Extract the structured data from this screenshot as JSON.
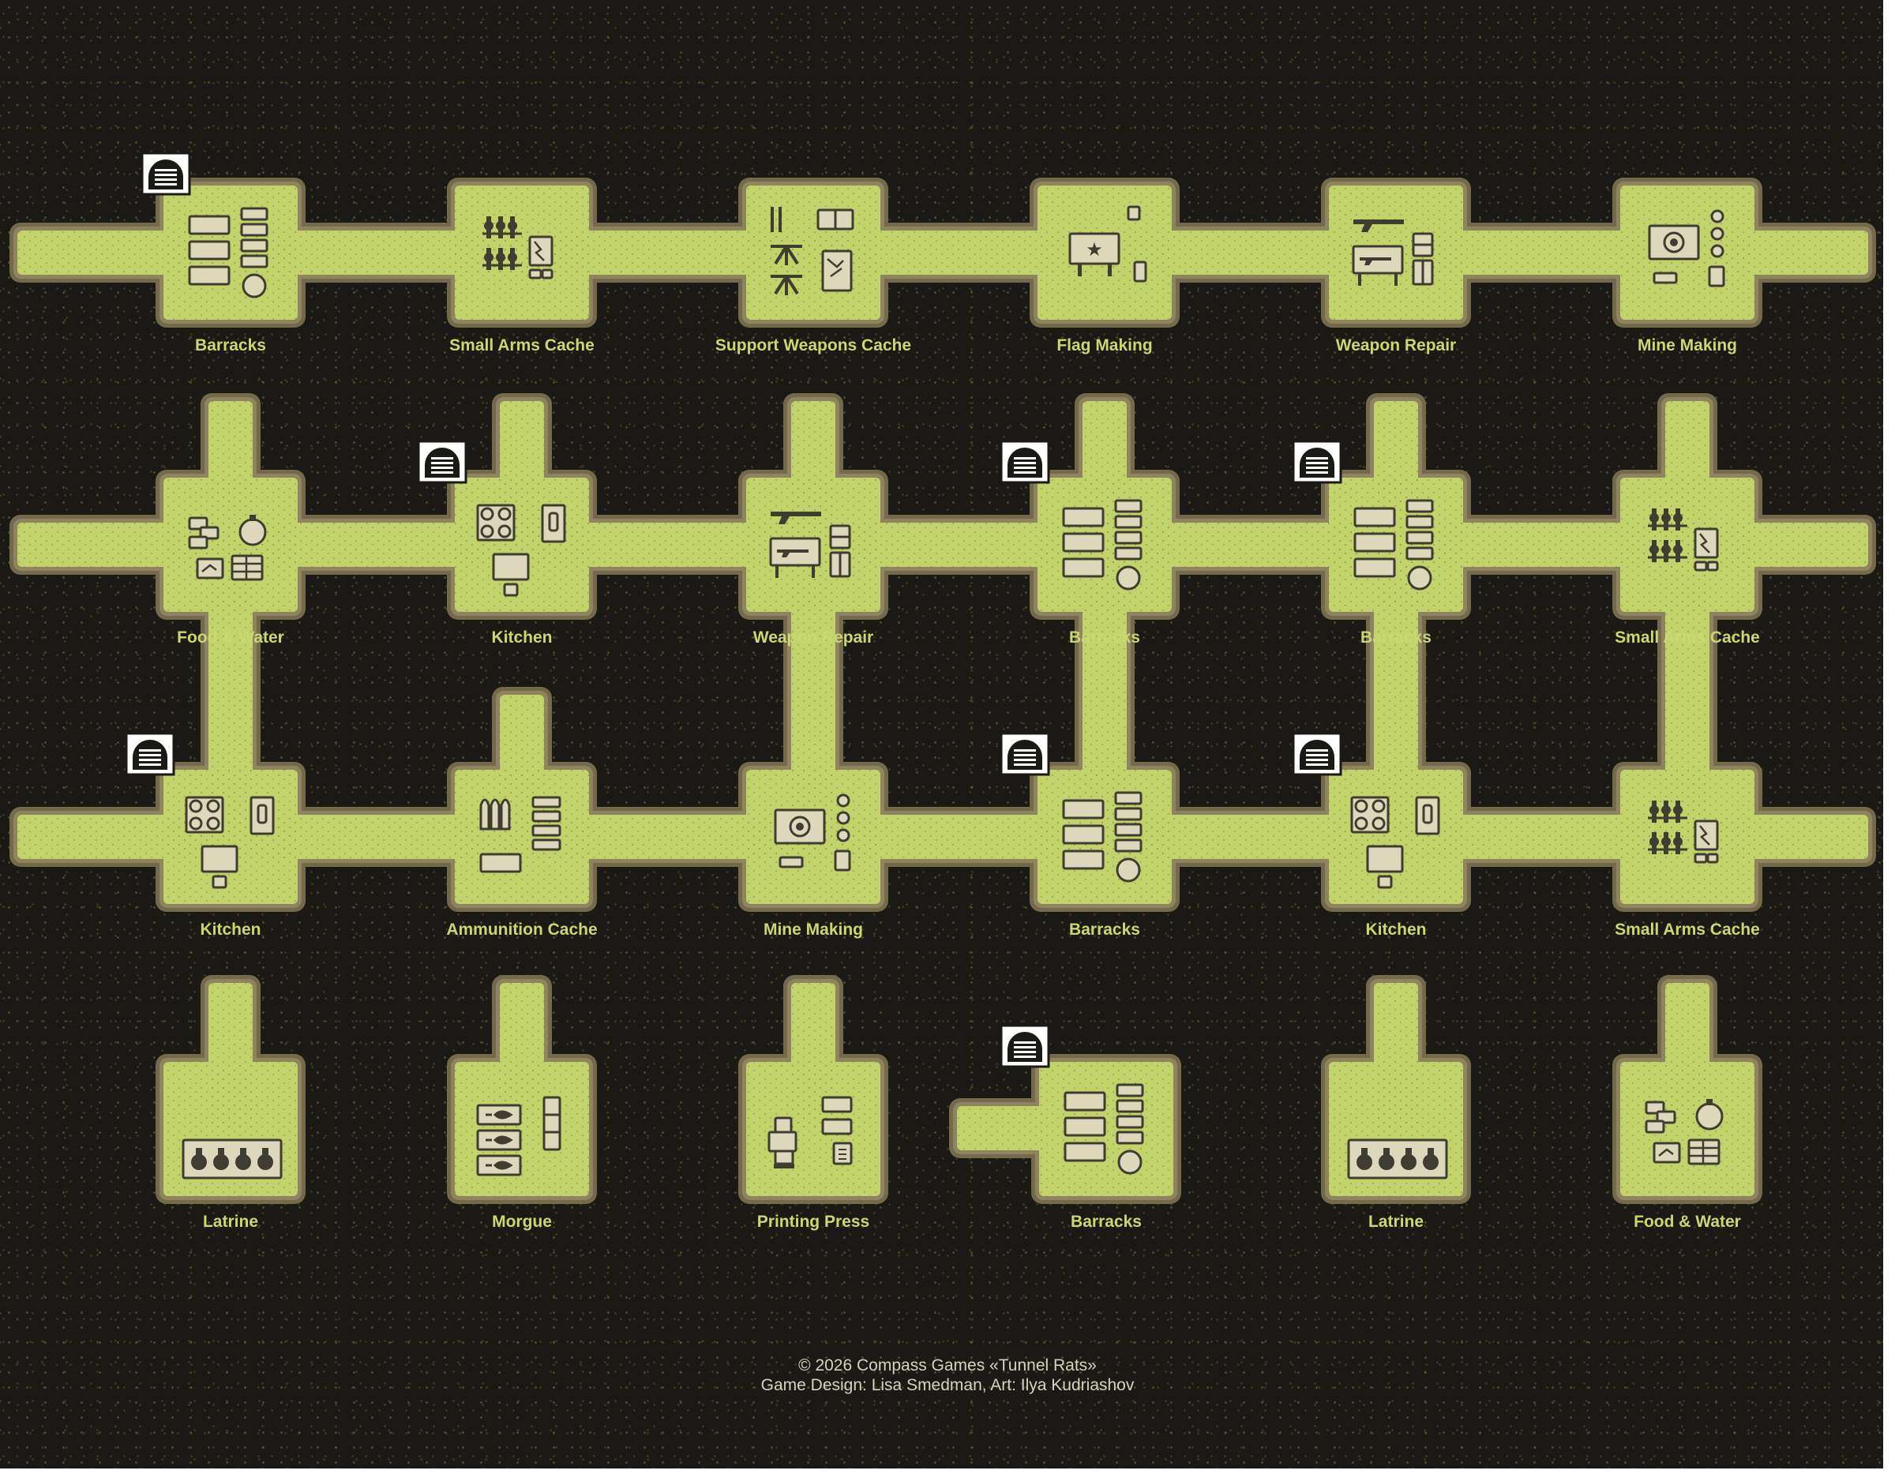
{
  "credits": {
    "line1": "© 2026  Compass  Games  «Tunnel Rats»",
    "line2": "Game Design: Lisa Smedman, Art: Ilya Kudriashov"
  },
  "colors": {
    "background": "#1b1915",
    "tunnel_fill": "#c2d36b",
    "tunnel_border": "#8f8460",
    "label": "#c9d870",
    "icon": "#3f3d30",
    "furniture": "#ddd8bc"
  },
  "rooms": [
    {
      "label": "Barracks",
      "type": "barracks"
    },
    {
      "label": "Small Arms Cache",
      "type": "small-arms"
    },
    {
      "label": "Support Weapons Cache",
      "type": "support-weapons"
    },
    {
      "label": "Flag Making",
      "type": "flag-making"
    },
    {
      "label": "Weapon Repair",
      "type": "weapon-repair"
    },
    {
      "label": "Mine Making",
      "type": "mine-making"
    },
    {
      "label": "Food & Water",
      "type": "food-water"
    },
    {
      "label": "Kitchen",
      "type": "kitchen"
    },
    {
      "label": "Weapon Repair",
      "type": "weapon-repair"
    },
    {
      "label": "Barracks",
      "type": "barracks"
    },
    {
      "label": "Barracks",
      "type": "barracks"
    },
    {
      "label": "Small Arms Cache",
      "type": "small-arms"
    },
    {
      "label": "Kitchen",
      "type": "kitchen"
    },
    {
      "label": "Ammunition Cache",
      "type": "ammunition"
    },
    {
      "label": "Mine Making",
      "type": "mine-making"
    },
    {
      "label": "Barracks",
      "type": "barracks"
    },
    {
      "label": "Kitchen",
      "type": "kitchen"
    },
    {
      "label": "Small Arms Cache",
      "type": "small-arms"
    },
    {
      "label": "Latrine",
      "type": "latrine"
    },
    {
      "label": "Morgue",
      "type": "morgue"
    },
    {
      "label": "Printing Press",
      "type": "printing-press"
    },
    {
      "label": "Barracks",
      "type": "barracks"
    },
    {
      "label": "Latrine",
      "type": "latrine"
    },
    {
      "label": "Food & Water",
      "type": "food-water"
    }
  ],
  "entrance_icon": "tunnel-entrance-icon"
}
